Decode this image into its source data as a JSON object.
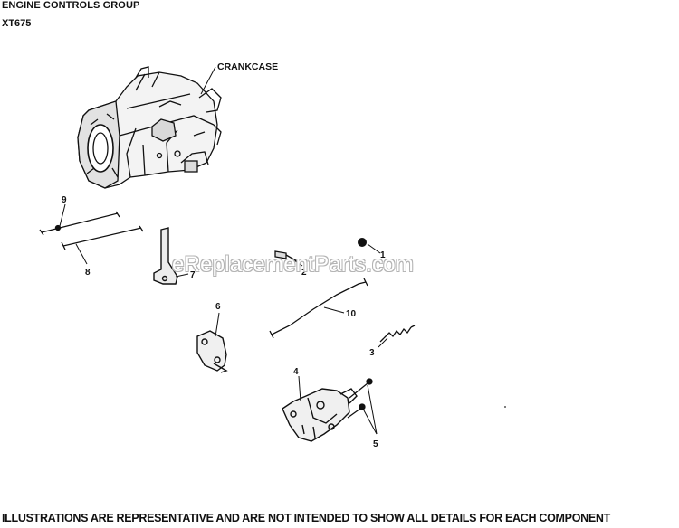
{
  "header": {
    "title": "ENGINE CONTROLS GROUP",
    "model": "XT675"
  },
  "diagram": {
    "crankcase_label": "CRANKCASE",
    "callouts": [
      "1",
      "2",
      "3",
      "4",
      "5",
      "6",
      "7",
      "8",
      "9",
      "10"
    ]
  },
  "watermark": "eReplacementParts.com",
  "footer": {
    "disclaimer": "ILLUSTRATIONS ARE REPRESENTATIVE AND ARE NOT INTENDED TO SHOW ALL DETAILS FOR EACH COMPONENT"
  }
}
